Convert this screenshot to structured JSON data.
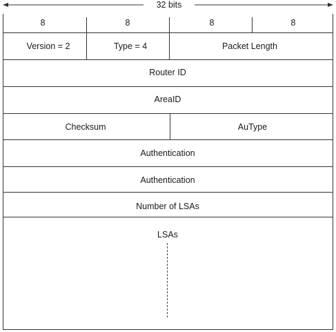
{
  "width_label": "32 bits",
  "byte_labels": [
    "8",
    "8",
    "8",
    "8"
  ],
  "rows": [
    {
      "fields": [
        "Version = 2",
        "Type = 4",
        "Packet Length"
      ]
    },
    {
      "fields": [
        "Router ID"
      ]
    },
    {
      "fields": [
        "AreaID"
      ]
    },
    {
      "fields": [
        "Checksum",
        "AuType"
      ]
    },
    {
      "fields": [
        "Authentication"
      ]
    },
    {
      "fields": [
        "Authentication"
      ]
    },
    {
      "fields": [
        "Number of LSAs"
      ]
    },
    {
      "fields": [
        "LSAs"
      ]
    }
  ]
}
